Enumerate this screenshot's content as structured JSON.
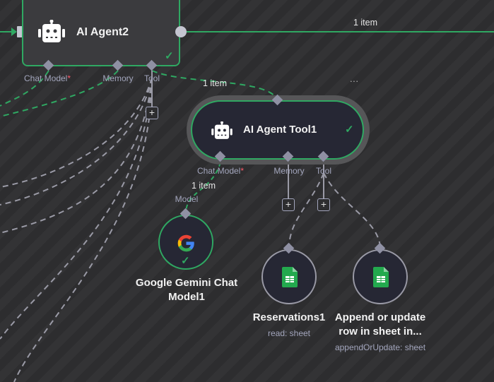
{
  "colors": {
    "success": "#2fa862",
    "handle": "#8f90a3",
    "node_bg": "#262734"
  },
  "edges": {
    "main_output_label": "1 item",
    "tool_connection_label": "1 item",
    "model_connection_label": "1 item"
  },
  "agent2": {
    "title": "AI Agent2",
    "icon": "robot-icon",
    "handles": {
      "chat_model": "Chat Model",
      "memory": "Memory",
      "tool": "Tool"
    },
    "required_mark": "*"
  },
  "agent_tool": {
    "title": "AI Agent Tool1",
    "icon": "robot-icon",
    "more": "···",
    "handles": {
      "chat_model": "Chat Model",
      "memory": "Memory",
      "tool": "Tool"
    },
    "required_mark": "*"
  },
  "gemini": {
    "input_label": "Model",
    "title_line1": "Google Gemini Chat",
    "title_line2": "Model1",
    "icon": "google-icon"
  },
  "reservations": {
    "title": "Reservations1",
    "subtitle": "read: sheet",
    "icon": "google-sheets-icon"
  },
  "append": {
    "title_line1": "Append or update",
    "title_line2": "row in sheet in...",
    "subtitle": "appendOrUpdate: sheet",
    "icon": "google-sheets-icon"
  },
  "plus": "+"
}
